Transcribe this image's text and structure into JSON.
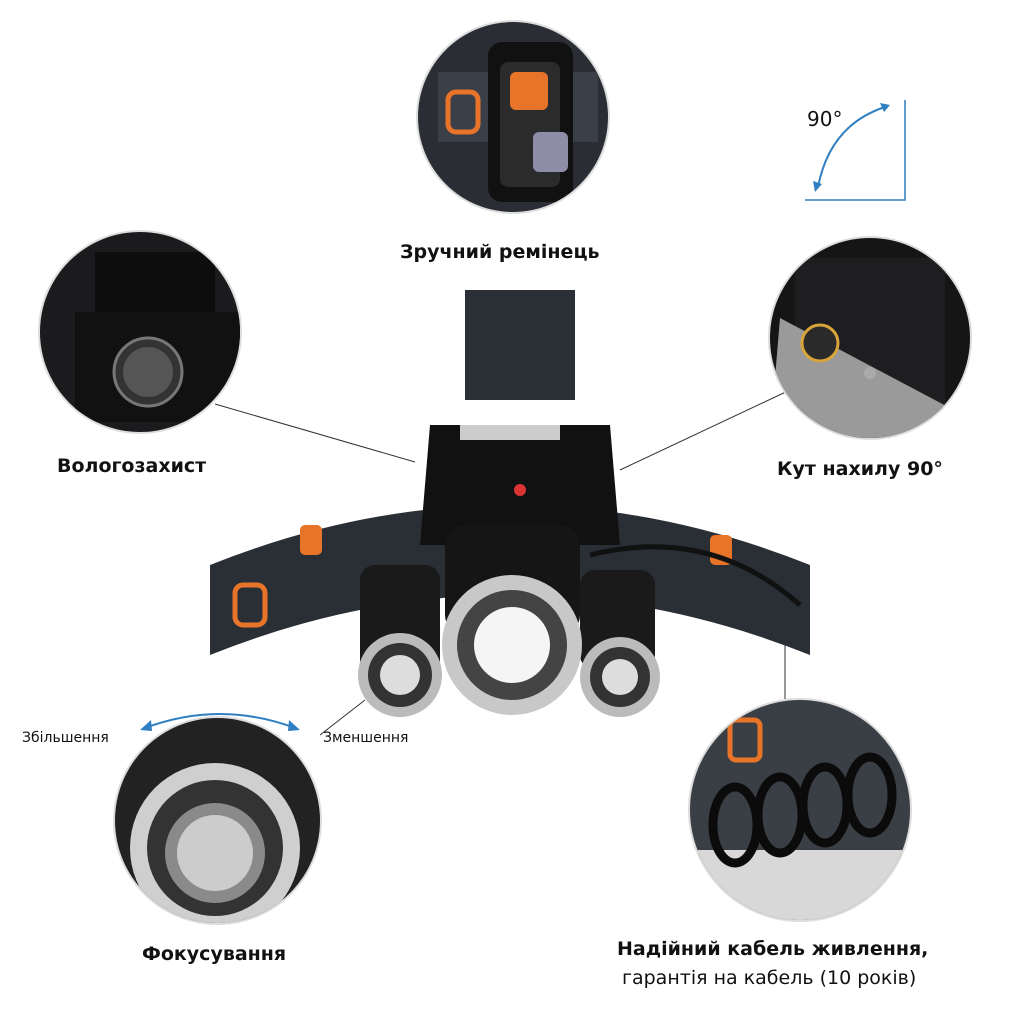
{
  "labels": {
    "strap": "Зручний ремінець",
    "waterproof": "Вологозахист",
    "tilt": "Кут нахилу 90°",
    "angle": "90°",
    "zoom_in": "Збільшення",
    "zoom_out": "Зменшення",
    "focus": "Фокусування",
    "cable_line1": "Надійний кабель живлення,",
    "cable_line2": "гарантія на кабель (10 років)"
  },
  "colors": {
    "accent_orange": "#e8742a",
    "arrow_blue": "#2f7fc1",
    "body_black": "#1b1b1d"
  }
}
